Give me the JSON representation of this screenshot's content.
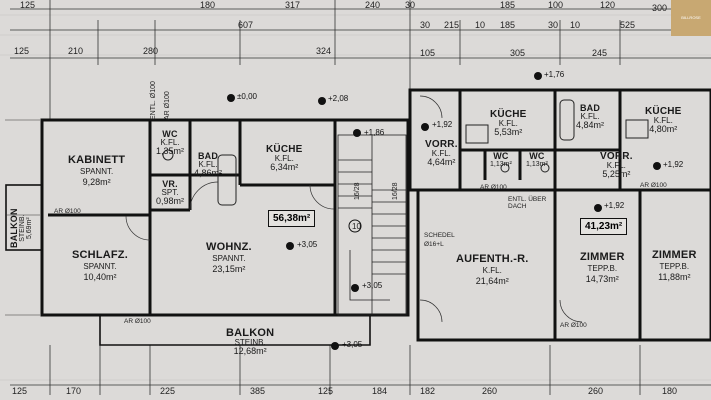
{
  "watermark": "BILLROSE",
  "dims_top1": [
    "125",
    "180",
    "317",
    "240",
    "30",
    "185",
    "100",
    "120",
    "300"
  ],
  "dims_top2": [
    "607",
    "30",
    "215",
    "10",
    "185",
    "30",
    "10",
    "525"
  ],
  "dims_top3": [
    "125",
    "210",
    "280",
    "324",
    "105",
    "305",
    "245"
  ],
  "dims_bottom": [
    "125",
    "170",
    "225",
    "385",
    "125",
    "184",
    "182",
    "260",
    "260",
    "180"
  ],
  "rooms": {
    "kabinett": {
      "name": "KABINETT",
      "sub": "SPANNT.",
      "area": "9,28m²"
    },
    "wc": {
      "name": "WC",
      "sub": "K.FL.",
      "area": "1,35m²"
    },
    "bad1": {
      "name": "BAD",
      "sub": "K.FL.",
      "area": "4,86m²"
    },
    "kueche1": {
      "name": "KÜCHE",
      "sub": "K.FL.",
      "area": "6,34m²"
    },
    "vr1": {
      "name": "VR.",
      "sub": "SPT.",
      "area": "0,98m²"
    },
    "schlafz": {
      "name": "SCHLAFZ.",
      "sub": "SPANNT.",
      "area": "10,40m²"
    },
    "wohnz": {
      "name": "WOHNZ.",
      "sub": "SPANNT.",
      "area": "23,15m²"
    },
    "balkon_bottom": {
      "name": "BALKON",
      "sub": "STEINB.",
      "area": "12,68m²"
    },
    "balkon_left": {
      "name": "BALKON",
      "sub": "STEINB.",
      "area": "5,69m²"
    },
    "vorr1": {
      "name": "VORR.",
      "sub": "K.FL.",
      "area": "4,64m²"
    },
    "kueche2": {
      "name": "KÜCHE",
      "sub": "K.FL.",
      "area": "5,53m²"
    },
    "bad2": {
      "name": "BAD",
      "sub": "K.FL.",
      "area": "4,84m²"
    },
    "kueche3": {
      "name": "KÜCHE",
      "sub": "K.FL.",
      "area": "4,80m²"
    },
    "wc2": {
      "name": "WC",
      "sub": "",
      "area": "1,13m²"
    },
    "wc3": {
      "name": "WC",
      "sub": "",
      "area": "1,13m²"
    },
    "vorr2": {
      "name": "VORR.",
      "sub": "K.FL.",
      "area": "5,25m²"
    },
    "aufenth": {
      "name": "AUFENTH.-R.",
      "sub": "K.FL.",
      "area": "21,64m²"
    },
    "zimmer1": {
      "name": "ZIMMER",
      "sub": "TEPP.B.",
      "area": "14,73m²"
    },
    "zimmer2": {
      "name": "ZIMMER",
      "sub": "TEPP.B.",
      "area": "11,88m²"
    }
  },
  "totals": {
    "left": "56,38m²",
    "right": "41,23m²"
  },
  "levels": [
    "±0,00",
    "+2,08",
    "+1,86",
    "+1,76",
    "+1,92",
    "+1,92",
    "+1,92",
    "+3,05",
    "+3,05",
    "+3,05"
  ],
  "notes": {
    "entl_left": "ENTL. Ø100",
    "ar_left": "AR Ø100",
    "ar_kab": "AR Ø100",
    "ar_bottom1": "AR Ø100",
    "ar_bottom2": "AR Ø100",
    "ar_right": "AR Ø100",
    "ar_mid": "AR Ø100",
    "entl_dach": "ENTL. ÜBER DACH",
    "schedel": "SCHEDEL",
    "schedel_d": "Ø16+L",
    "stair_no": "10",
    "stair_d": "16/28",
    "stair_d2": "16/28"
  }
}
